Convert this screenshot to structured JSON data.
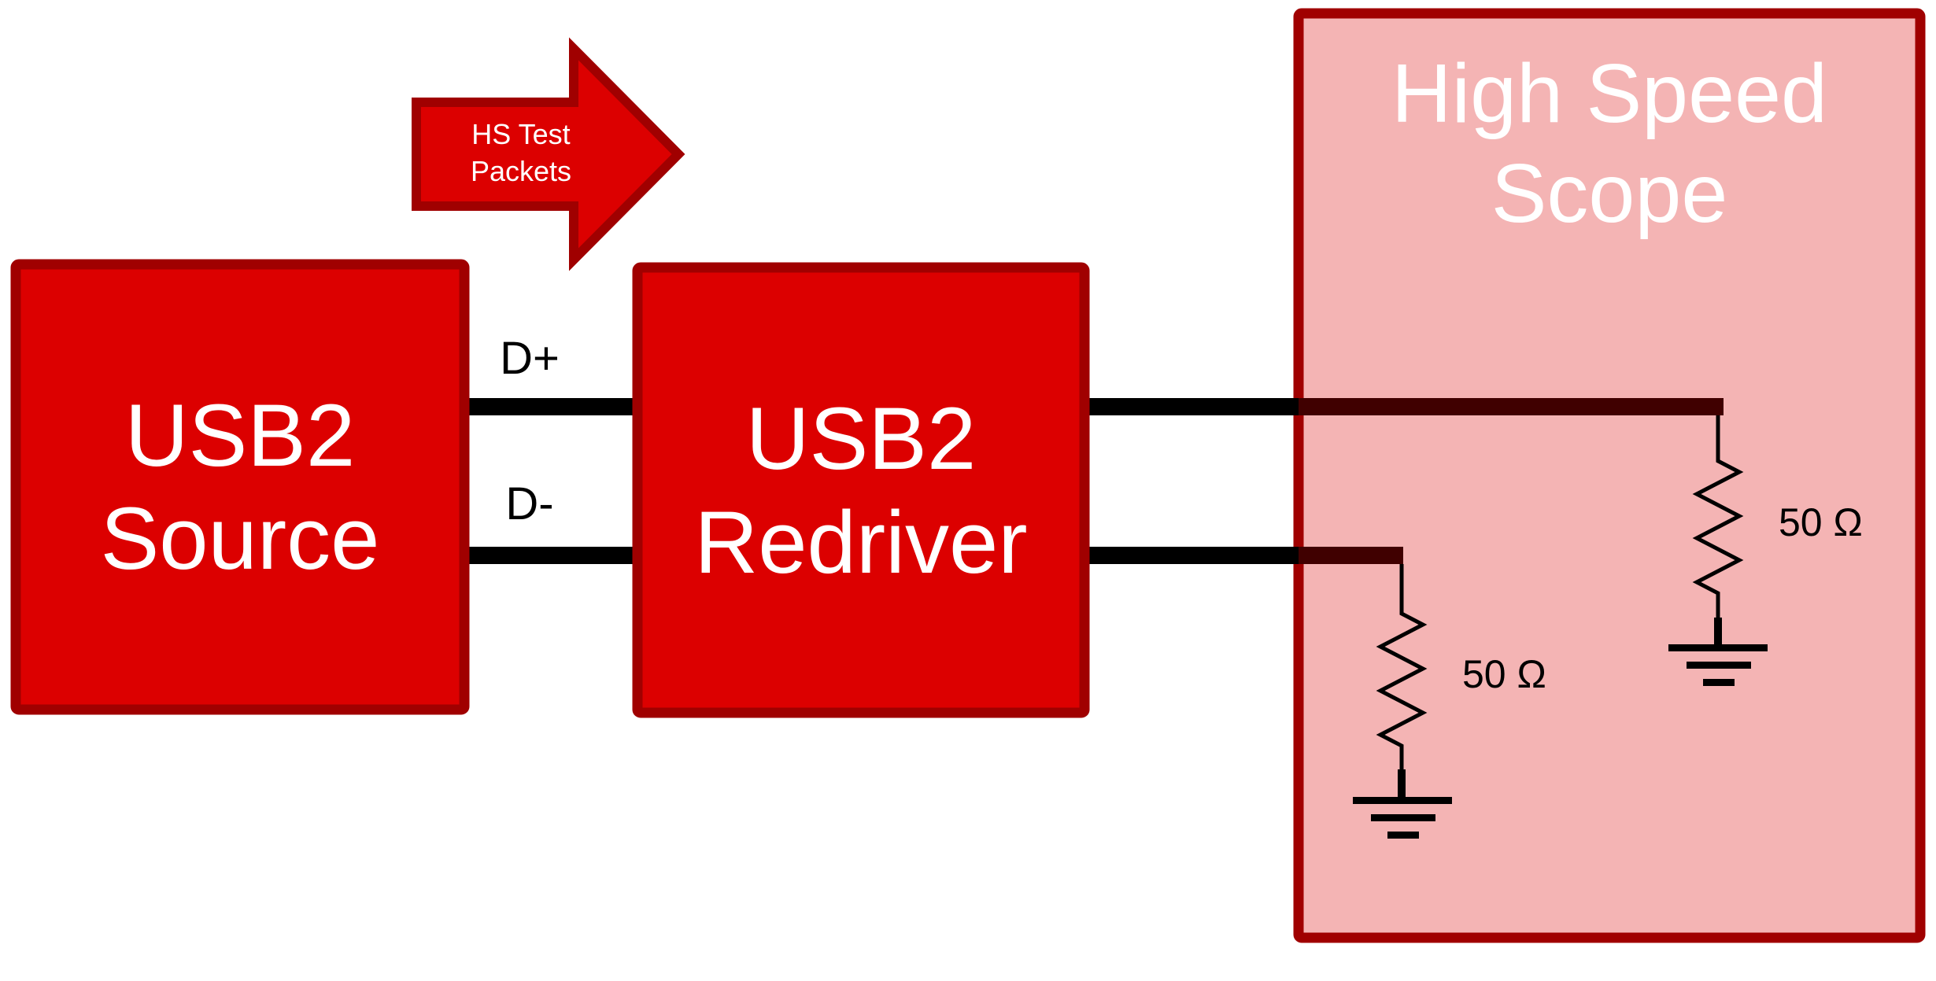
{
  "diagram": {
    "arrow": {
      "line1": "HS Test",
      "line2": "Packets"
    },
    "source": {
      "line1": "USB2",
      "line2": "Source"
    },
    "redriver": {
      "line1": "USB2",
      "line2": "Redriver"
    },
    "scope": {
      "line1": "High Speed",
      "line2": "Scope"
    },
    "signals": {
      "dplus": "D+",
      "dminus": "D-"
    },
    "resistors": {
      "upper": "50 Ω",
      "lower": "50 Ω"
    },
    "colors": {
      "block_fill": "#dc0000",
      "block_border": "#a00000",
      "scope_fill": "#f4b4b4",
      "scope_border": "#a00000",
      "wire": "#000000",
      "wire_inside_scope": "#400000"
    }
  }
}
